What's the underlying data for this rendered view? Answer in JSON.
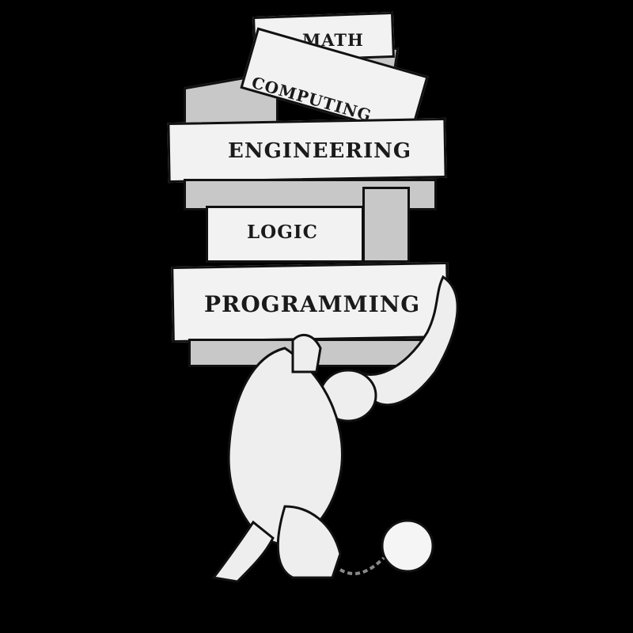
{
  "illustration": {
    "subject": "Atlas-like figure carrying stacked stone blocks",
    "blocks": [
      {
        "label": "MATH"
      },
      {
        "label": "COMPUTING"
      },
      {
        "label": "ENGINEERING"
      },
      {
        "label": "LOGIC"
      },
      {
        "label": "PROGRAMMING"
      }
    ],
    "colors": {
      "background": "#000000",
      "stone": "#f2f2f2",
      "shade": "#c8c8c8",
      "ink": "#111111"
    }
  }
}
